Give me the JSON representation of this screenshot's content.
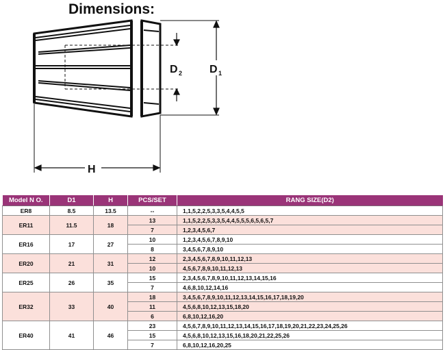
{
  "heading": "Dimensions:",
  "drawing_labels": {
    "d2": "D",
    "d2_sub": "2",
    "d1": "D",
    "d1_sub": "1",
    "h": "H"
  },
  "table": {
    "headers": [
      "Model N O.",
      "D1",
      "H",
      "PCS/SET",
      "RANG SIZE(D2)"
    ],
    "groups": [
      {
        "model": "ER8",
        "d1": "8.5",
        "h": "13.5",
        "shade": false,
        "rows": [
          {
            "pcs": "--",
            "sizes": "1,1,5,2,2,5,3,3,5,4,4,5,5"
          }
        ]
      },
      {
        "model": "ER11",
        "d1": "11.5",
        "h": "18",
        "shade": true,
        "rows": [
          {
            "pcs": "13",
            "sizes": "1,1,5,2,2,5,3,3,5,4,4,5,5,5,6,5,6,5,7"
          },
          {
            "pcs": "7",
            "sizes": "1,2,3,4,5,6,7"
          }
        ]
      },
      {
        "model": "ER16",
        "d1": "17",
        "h": "27",
        "shade": false,
        "rows": [
          {
            "pcs": "10",
            "sizes": "1,2,3,4,5,6,7,8,9,10"
          },
          {
            "pcs": "8",
            "sizes": "3,4,5,6,7,8,9,10"
          }
        ]
      },
      {
        "model": "ER20",
        "d1": "21",
        "h": "31",
        "shade": true,
        "rows": [
          {
            "pcs": "12",
            "sizes": "2,3,4,5,6,7,8,9,10,11,12,13"
          },
          {
            "pcs": "10",
            "sizes": "4,5,6,7,8,9,10,11,12,13"
          }
        ]
      },
      {
        "model": "ER25",
        "d1": "26",
        "h": "35",
        "shade": false,
        "rows": [
          {
            "pcs": "15",
            "sizes": "2,3,4,5,6,7,8,9,10,11,12,13,14,15,16"
          },
          {
            "pcs": "7",
            "sizes": "4,6,8,10,12,14,16"
          }
        ]
      },
      {
        "model": "ER32",
        "d1": "33",
        "h": "40",
        "shade": true,
        "rows": [
          {
            "pcs": "18",
            "sizes": "3,4,5,6,7,8,9,10,11,12,13,14,15,16,17,18,19,20"
          },
          {
            "pcs": "11",
            "sizes": "4,5,6,8,10,12,13,15,18,20"
          },
          {
            "pcs": "6",
            "sizes": "6,8,10,12,16,20"
          }
        ]
      },
      {
        "model": "ER40",
        "d1": "41",
        "h": "46",
        "shade": false,
        "rows": [
          {
            "pcs": "23",
            "sizes": "4,5,6,7,8,9,10,11,12,13,14,15,16,17,18,19,20,21,22,23,24,25,26"
          },
          {
            "pcs": "15",
            "sizes": "4,5,6,8,10,12,13,15,16,18,20,21,22,25,26"
          },
          {
            "pcs": "7",
            "sizes": "6,8,10,12,16,20,25"
          }
        ]
      }
    ]
  }
}
